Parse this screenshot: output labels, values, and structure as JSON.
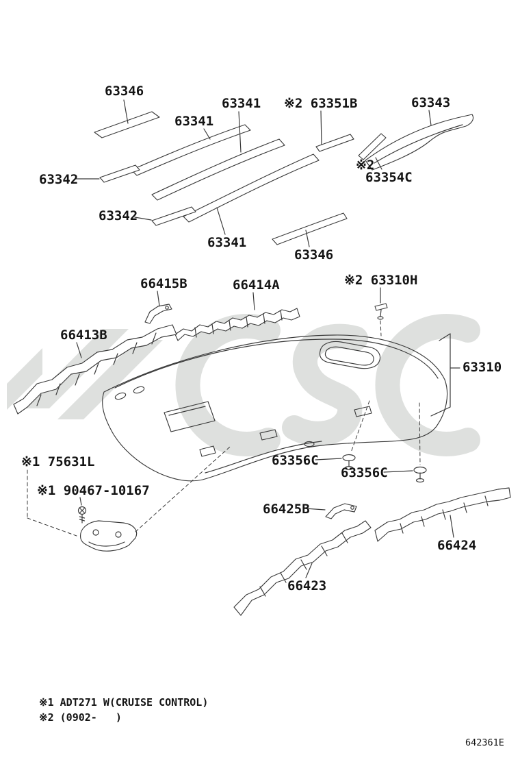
{
  "colors": {
    "line": "#3a3a3a",
    "text": "#141414",
    "watermark": "#c3c7c3"
  },
  "labels": [
    {
      "text": "63346"
    },
    {
      "text": "63341"
    },
    {
      "text": "63341"
    },
    {
      "text": "※2 63351B"
    },
    {
      "text": "63343"
    },
    {
      "text": "63342"
    },
    {
      "text": "※2"
    },
    {
      "text": "63354C"
    },
    {
      "text": "63342"
    },
    {
      "text": "63341"
    },
    {
      "text": "63346"
    },
    {
      "text": "66415B"
    },
    {
      "text": "66414A"
    },
    {
      "text": "※2 63310H"
    },
    {
      "text": "66413B"
    },
    {
      "text": "63310"
    },
    {
      "text": "63356C"
    },
    {
      "text": "63356C"
    },
    {
      "text": "※1 75631L"
    },
    {
      "text": "※1 90467-10167"
    },
    {
      "text": "66425B"
    },
    {
      "text": "66424"
    },
    {
      "text": "66423"
    }
  ],
  "footnotes": [
    "※1 ADT271 W(CRUISE CONTROL)",
    "※2 (0902-   )"
  ],
  "doc_code": "642361E"
}
